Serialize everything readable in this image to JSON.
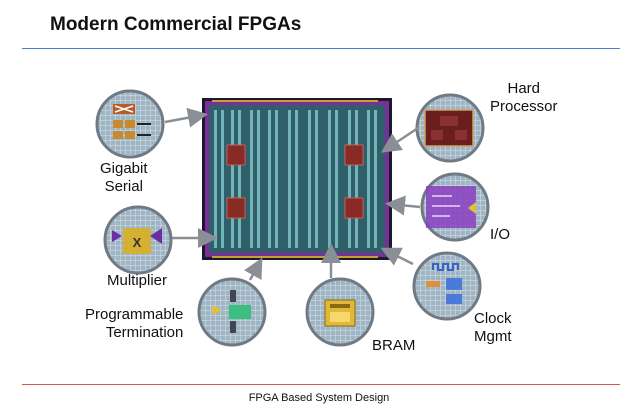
{
  "slide": {
    "title": "Modern Commercial FPGAs",
    "footer": "FPGA Based System Design"
  },
  "callouts": [
    {
      "id": "gigabit-serial",
      "lines": [
        "Gigabit",
        "Serial"
      ]
    },
    {
      "id": "multiplier",
      "lines": [
        "Multiplier"
      ]
    },
    {
      "id": "programmable-termination",
      "lines": [
        "Programmable",
        "Termination"
      ]
    },
    {
      "id": "bram",
      "lines": [
        "BRAM"
      ]
    },
    {
      "id": "hard-processor",
      "lines": [
        "Hard",
        "Processor"
      ]
    },
    {
      "id": "io",
      "lines": [
        "I/O"
      ]
    },
    {
      "id": "clock-mgmt",
      "lines": [
        "Clock",
        "Mgmt"
      ]
    }
  ],
  "colors": {
    "accent_line_top": "#4a7fd0",
    "accent_line_bottom": "#d9534f",
    "die_border": "#7a2e9a",
    "die_fill": "#2f5f68",
    "column": "#7ec3c9",
    "block": "#8a2a25"
  }
}
